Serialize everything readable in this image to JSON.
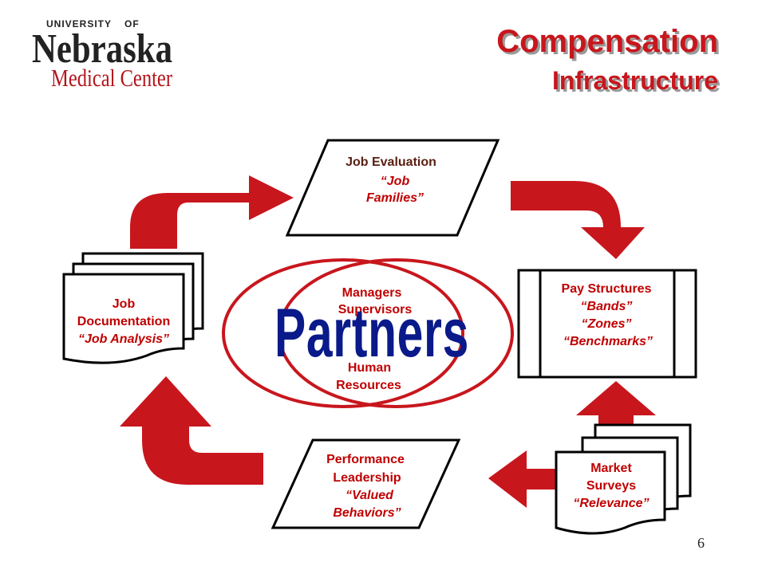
{
  "logo": {
    "university": "UNIVERSITY",
    "of": "OF",
    "name": "Nebraska",
    "subtitle": "Medical Center"
  },
  "title": {
    "line1": "Compensation",
    "line2": "Infrastructure"
  },
  "center": {
    "word": "Partners",
    "top_line1": "Managers",
    "top_line2": "Supervisors",
    "bottom_line1": "Human",
    "bottom_line2": "Resources"
  },
  "boxes": {
    "job_evaluation": {
      "line1": "Job Evaluation",
      "line2": "“Job",
      "line3": "Families”"
    },
    "pay_structures": {
      "line1": "Pay Structures",
      "line2": "“Bands”",
      "line3": "“Zones”",
      "line4": "“Benchmarks”"
    },
    "market_surveys": {
      "line1": "Market",
      "line2": "Surveys",
      "line3": "“Relevance”"
    },
    "performance": {
      "line1": "Performance",
      "line2": "Leadership",
      "line3": "“Valued",
      "line4": "Behaviors”"
    },
    "job_documentation": {
      "line1": "Job",
      "line2": "Documentation",
      "line3": "“Job Analysis”"
    }
  },
  "colors": {
    "arrow_red": "#c8161d",
    "title_red": "#c8161d",
    "partners_blue": "#0a1a8a",
    "text_red": "#c00000"
  },
  "page_number": "6"
}
